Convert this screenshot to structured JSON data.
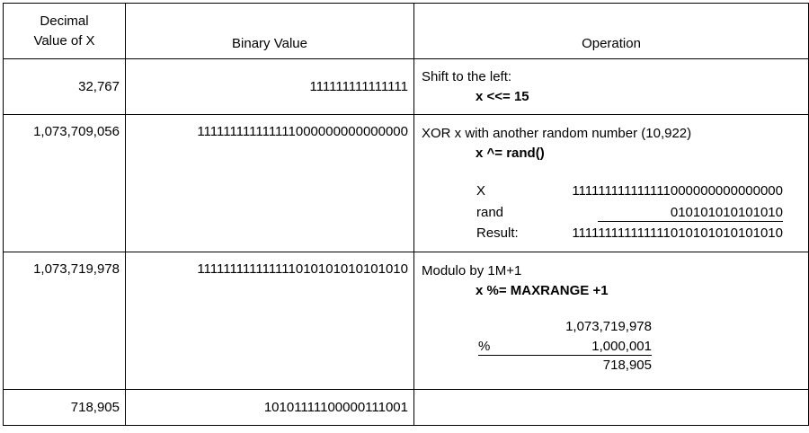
{
  "headers": {
    "decimal": "Decimal Value of X",
    "decimal_line1": "Decimal",
    "decimal_line2": "Value of X",
    "binary": "Binary Value",
    "operation": "Operation"
  },
  "rows": [
    {
      "decimal": "32,767",
      "binary": "111111111111111",
      "op_title": "Shift to the left:",
      "op_code": "x <<= 15"
    },
    {
      "decimal": "1,073,709,056",
      "binary": "111111111111111000000000000000",
      "op_title": "XOR x with another random number (10,922)",
      "op_code": "x ^= rand()",
      "calc": {
        "x_label": "X",
        "x_value": "111111111111111000000000000000",
        "rand_label": "rand",
        "rand_value": "010101010101010",
        "result_label": "Result:",
        "result_value": "111111111111111010101010101010"
      }
    },
    {
      "decimal": "1,073,719,978",
      "binary": "111111111111111010101010101010",
      "op_title": "Modulo by 1M+1",
      "op_code": "x %= MAXRANGE +1",
      "calc": {
        "dividend": "1,073,719,978",
        "mod_symbol": "%",
        "divisor": "1,000,001",
        "result": "718,905"
      }
    },
    {
      "decimal": "718,905",
      "binary": "10101111100000111001",
      "op_title": ""
    }
  ]
}
